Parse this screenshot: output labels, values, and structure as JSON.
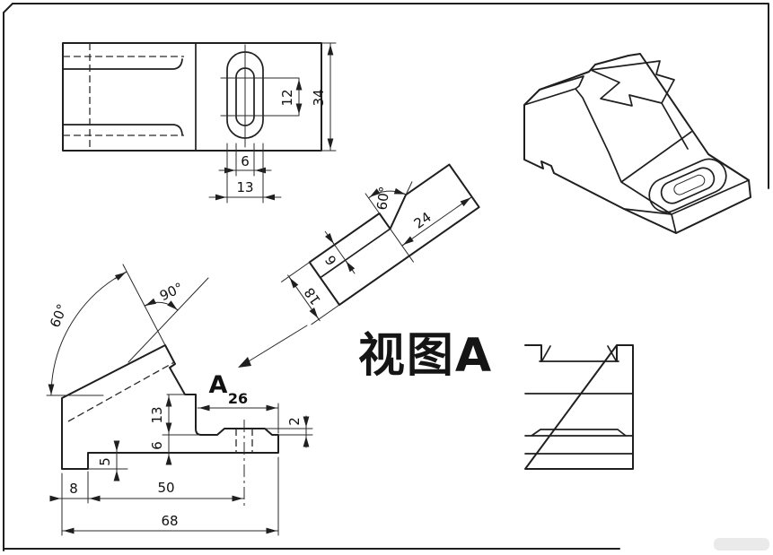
{
  "page": {
    "background": "#ffffff",
    "line_color": "#1f1f1f"
  },
  "caption": {
    "text": "视图A"
  },
  "front_view": {
    "view_arrow_label": "A",
    "dims": {
      "angle_incline": "60°",
      "angle_view": "90°",
      "height_13": "13",
      "thickness_6": "6",
      "step_5": "5",
      "foot_8": "8",
      "center_50": "50",
      "length_68": "68",
      "flange_26": "26",
      "boss_2": "2"
    }
  },
  "top_view": {
    "dims": {
      "slot_12": "12",
      "height_34": "34",
      "slot_6": "6",
      "slot_13": "13"
    }
  },
  "aux_view": {
    "dims": {
      "angle_60": "60°",
      "length_24": "24",
      "depth_6": "6",
      "width_18": "18"
    }
  }
}
